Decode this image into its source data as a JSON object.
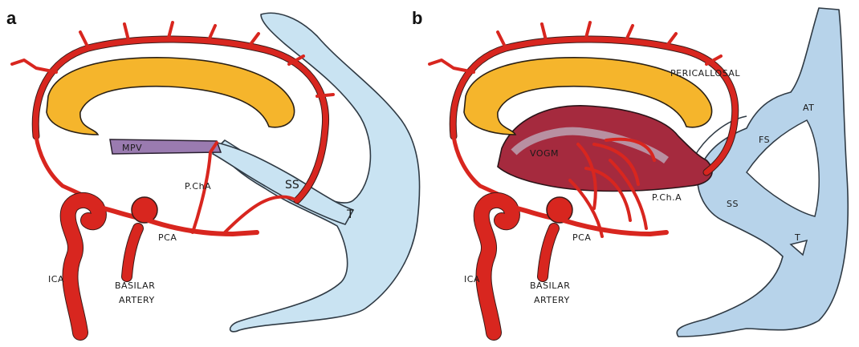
{
  "panels": {
    "a": {
      "letter": "a",
      "labels": {
        "mpv": "MPV",
        "pcha": "P.ChA",
        "ss": "SS",
        "t": "T",
        "pca": "PCA",
        "ica": "ICA",
        "basilar_line1": "BASILAR",
        "basilar_line2": "ARTERY"
      }
    },
    "b": {
      "letter": "b",
      "labels": {
        "pericallosal": "PERICALLOSAL",
        "at": "AT",
        "fs": "FS",
        "vogm": "VOGM",
        "pcha": "P.Ch.A",
        "ss": "SS",
        "t": "T",
        "pca": "PCA",
        "ica": "ICA",
        "basilar_line1": "BASILAR",
        "basilar_line2": "ARTERY"
      }
    }
  },
  "colors": {
    "artery": "#d8261f",
    "corpus_callosum": "#f5b52c",
    "vein": "#c9e3f2",
    "mpv": "#9a7bb0",
    "vogm": "#a52a3e"
  }
}
